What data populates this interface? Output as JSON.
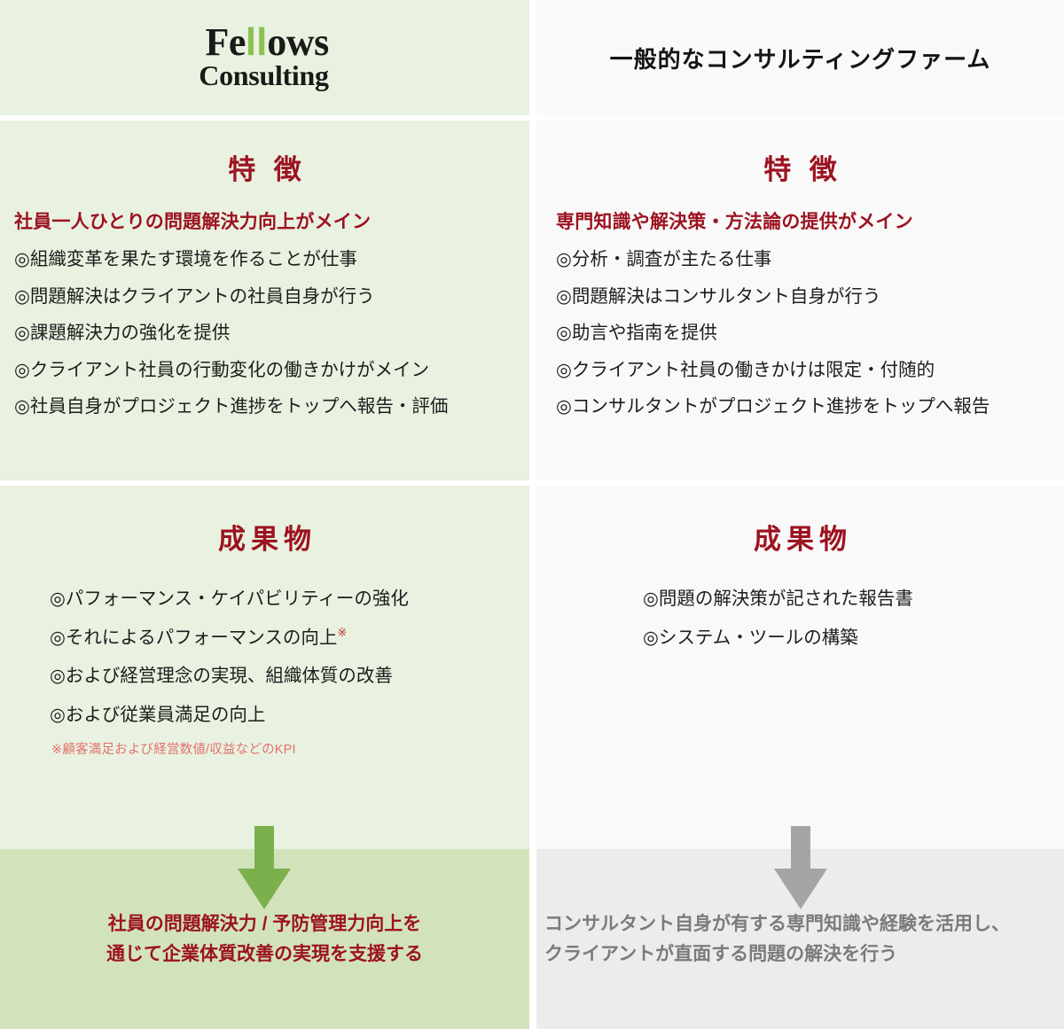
{
  "colors": {
    "accent_red": "#9c1321",
    "brand_green": "#8cc152",
    "panel_green": "#e9f2e1",
    "panel_green_dark": "#d2e3bc",
    "panel_gray": "#f9f9f9",
    "panel_gray_dark": "#ececec",
    "arrow_green": "#7cb04c",
    "arrow_gray": "#a5a5a5",
    "footnote_red": "#e0726b",
    "summary_gray": "#7b7b7b"
  },
  "header": {
    "left": {
      "logo_line1_a": "Fe",
      "logo_line1_b": "ll",
      "logo_line1_c": "ows",
      "logo_line2": "Consulting"
    },
    "right": {
      "title": "一般的なコンサルティングファーム"
    }
  },
  "features": {
    "left": {
      "heading": "特 徴",
      "lead": "社員一人ひとりの問題解決力向上がメイン",
      "items": [
        "◎組織変革を果たす環境を作ることが仕事",
        "◎問題解決はクライアントの社員自身が行う",
        "◎課題解決力の強化を提供",
        "◎クライアント社員の行動変化の働きかけがメイン",
        "◎社員自身がプロジェクト進捗をトップへ報告・評価"
      ]
    },
    "right": {
      "heading": "特 徴",
      "lead": "専門知識や解決策・方法論の提供がメイン",
      "items": [
        "◎分析・調査が主たる仕事",
        "◎問題解決はコンサルタント自身が行う",
        "◎助言や指南を提供",
        "◎クライアント社員の働きかけは限定・付随的",
        "◎コンサルタントがプロジェクト進捗をトップへ報告"
      ]
    }
  },
  "deliverables": {
    "left": {
      "heading": "成果物",
      "items": [
        "◎パフォーマンス・ケイパビリティーの強化",
        "◎それによるパフォーマンスの向上",
        "◎および経営理念の実現、組織体質の改善",
        "◎および従業員満足の向上"
      ],
      "superscript_mark": "※",
      "footnote": "※顧客満足および経営数値/収益などのKPI"
    },
    "right": {
      "heading": "成果物",
      "items": [
        "◎問題の解決策が記された報告書",
        "◎システム・ツールの構築"
      ]
    }
  },
  "summary": {
    "left": {
      "arrow": "down-arrow-green",
      "text": "社員の問題解決力 / 予防管理力向上を\n通じて企業体質改善の実現を支援する"
    },
    "right": {
      "arrow": "down-arrow-gray",
      "text": "コンサルタント自身が有する専門知識や経験を活用し、\nクライアントが直面する問題の解決を行う"
    }
  }
}
